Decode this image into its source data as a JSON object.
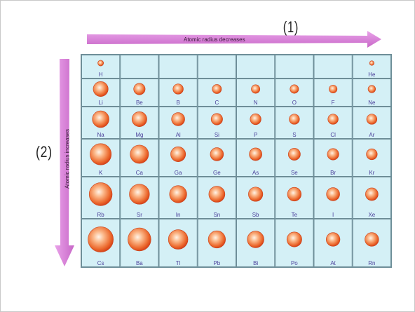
{
  "arrows": {
    "horizontal_label": "Atomic radius decreases",
    "vertical_label": "Atomic radius increases",
    "color": "#d97fd9"
  },
  "annotations": {
    "one": "(1)",
    "two": "(2)"
  },
  "colors": {
    "cell_bg": "#d4f0f6",
    "grid_line": "#6e8e98",
    "sphere_inner": "#fff3e8",
    "sphere_outer": "#e9501f",
    "symbol_text": "#4a3f9a"
  },
  "rows": [
    [
      {
        "symbol": "H",
        "size": 1
      },
      null,
      null,
      null,
      null,
      null,
      null,
      {
        "symbol": "He",
        "size": 0.8
      }
    ],
    [
      {
        "symbol": "Li",
        "size": 2.6
      },
      {
        "symbol": "Be",
        "size": 2.0
      },
      {
        "symbol": "B",
        "size": 1.8
      },
      {
        "symbol": "C",
        "size": 1.6
      },
      {
        "symbol": "N",
        "size": 1.5
      },
      {
        "symbol": "O",
        "size": 1.5
      },
      {
        "symbol": "F",
        "size": 1.4
      },
      {
        "symbol": "Ne",
        "size": 1.3
      }
    ],
    [
      {
        "symbol": "Na",
        "size": 2.9
      },
      {
        "symbol": "Mg",
        "size": 2.6
      },
      {
        "symbol": "Al",
        "size": 2.3
      },
      {
        "symbol": "Si",
        "size": 2.0
      },
      {
        "symbol": "P",
        "size": 1.9
      },
      {
        "symbol": "S",
        "size": 1.8
      },
      {
        "symbol": "Cl",
        "size": 1.8
      },
      {
        "symbol": "Ar",
        "size": 1.8
      }
    ],
    [
      {
        "symbol": "K",
        "size": 3.7
      },
      {
        "symbol": "Ca",
        "size": 3.2
      },
      {
        "symbol": "Ga",
        "size": 2.6
      },
      {
        "symbol": "Ge",
        "size": 2.3
      },
      {
        "symbol": "As",
        "size": 2.2
      },
      {
        "symbol": "Se",
        "size": 2.1
      },
      {
        "symbol": "Br",
        "size": 2.0
      },
      {
        "symbol": "Kr",
        "size": 1.9
      }
    ],
    [
      {
        "symbol": "Rb",
        "size": 4.0
      },
      {
        "symbol": "Sr",
        "size": 3.5
      },
      {
        "symbol": "In",
        "size": 3.0
      },
      {
        "symbol": "Sn",
        "size": 2.8
      },
      {
        "symbol": "Sb",
        "size": 2.5
      },
      {
        "symbol": "Te",
        "size": 2.4
      },
      {
        "symbol": "I",
        "size": 2.3
      },
      {
        "symbol": "Xe",
        "size": 2.2
      }
    ],
    [
      {
        "symbol": "Cs",
        "size": 4.4
      },
      {
        "symbol": "Ba",
        "size": 4.0
      },
      {
        "symbol": "Tl",
        "size": 3.4
      },
      {
        "symbol": "Pb",
        "size": 3.0
      },
      {
        "symbol": "Bi",
        "size": 2.9
      },
      {
        "symbol": "Po",
        "size": 2.6
      },
      {
        "symbol": "At",
        "size": 2.4
      },
      {
        "symbol": "Rn",
        "size": 2.4
      }
    ]
  ]
}
